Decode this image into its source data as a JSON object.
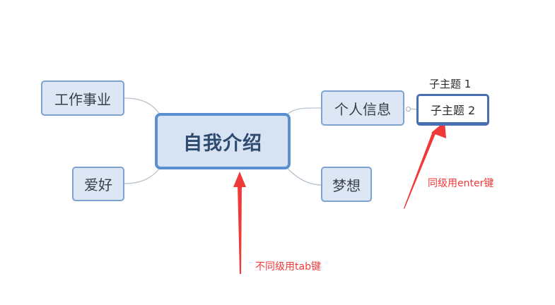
{
  "mindmap": {
    "central_topic": "自我介绍",
    "main_topics": [
      {
        "label": "工作事业",
        "side": "left"
      },
      {
        "label": "爱好",
        "side": "left"
      },
      {
        "label": "个人信息",
        "side": "right"
      },
      {
        "label": "梦想",
        "side": "right"
      }
    ],
    "subtopics": [
      {
        "parent": "个人信息",
        "label": "子主题 1"
      },
      {
        "parent": "个人信息",
        "label": "子主题 2",
        "selected": true
      }
    ]
  },
  "annotations": [
    {
      "text": "同级用enter键",
      "points_to": "子主题 2"
    },
    {
      "text": "不同级用tab键",
      "points_to": "自我介绍"
    }
  ],
  "colors": {
    "node_fill": "#dce6f4",
    "node_border": "#7ea3cf",
    "central_border": "#5b8fd0",
    "selected_border": "#4a6fb0",
    "connector": "#b8c2cc",
    "annotation_red": "#f03a3a"
  }
}
